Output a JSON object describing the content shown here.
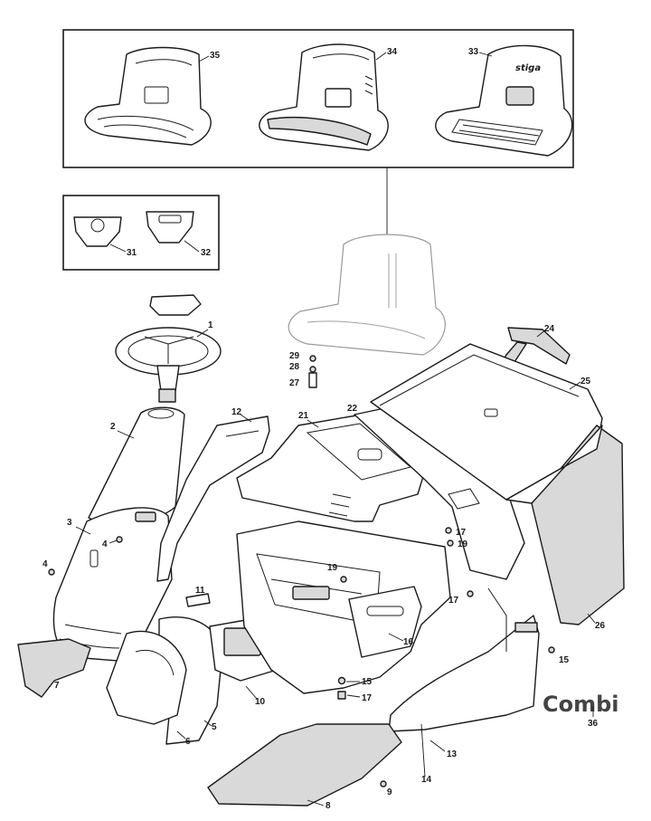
{
  "variant_label": "Combi",
  "brand_logo": "stiga",
  "callouts": {
    "c1": "1",
    "c2": "2",
    "c3": "3",
    "c4a": "4",
    "c4b": "4",
    "c5": "5",
    "c6": "6",
    "c7": "7",
    "c8": "8",
    "c9": "9",
    "c10": "10",
    "c11": "11",
    "c12": "12",
    "c13": "13",
    "c14": "14",
    "c15a": "15",
    "c15b": "15",
    "c16": "16",
    "c17a": "17",
    "c17b": "17",
    "c17c": "17",
    "c19a": "19",
    "c19b": "19",
    "c21": "21",
    "c22": "22",
    "c24": "24",
    "c25": "25",
    "c26": "26",
    "c27": "27",
    "c28": "28",
    "c29": "29",
    "c31": "31",
    "c32": "32",
    "c33": "33",
    "c34": "34",
    "c35": "35",
    "c36": "36"
  }
}
